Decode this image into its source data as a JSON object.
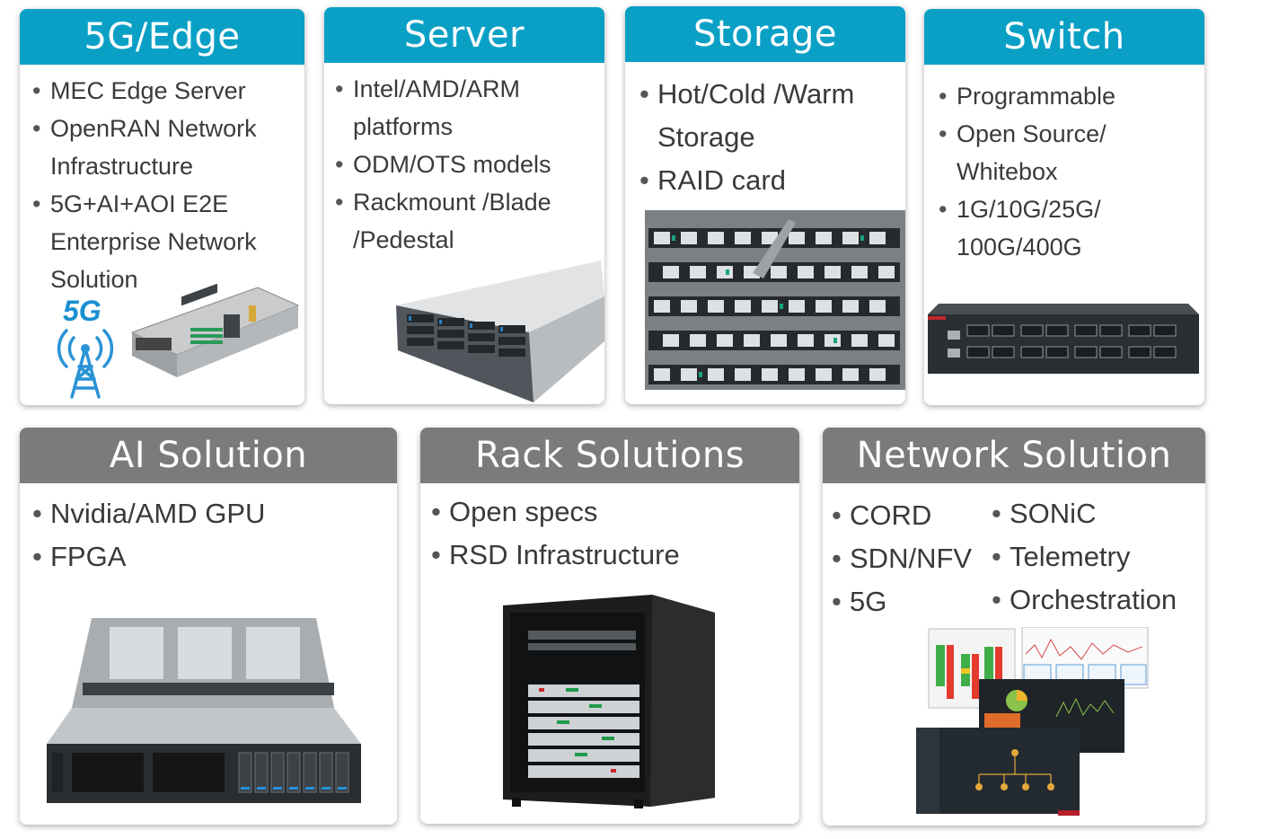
{
  "cards": [
    {
      "title": "5G/Edge",
      "items": [
        "MEC Edge Server",
        "OpenRAN Network\nInfrastructure",
        "5G+AI+AOI E2E\nEnterprise Network\nSolution"
      ],
      "badge": "5G",
      "icons": [
        "antenna-tower-icon",
        "edge-server-icon"
      ]
    },
    {
      "title": "Server",
      "items": [
        "Intel/AMD/ARM\nplatforms",
        "ODM/OTS models",
        "Rackmount /Blade\n/Pedestal"
      ],
      "icons": [
        "rackmount-server-icon"
      ]
    },
    {
      "title": "Storage",
      "items": [
        "Hot/Cold /Warm\nStorage",
        "RAID card"
      ],
      "icons": [
        "storage-drive-array-icon"
      ]
    },
    {
      "title": "Switch",
      "items": [
        "Programmable",
        "Open Source/\nWhitebox",
        "1G/10G/25G/\n100G/400G"
      ],
      "icons": [
        "network-switch-icon"
      ]
    },
    {
      "title": "AI Solution",
      "items": [
        "Nvidia/AMD GPU",
        "FPGA"
      ],
      "icons": [
        "gpu-server-icon"
      ]
    },
    {
      "title": "Rack Solutions",
      "items": [
        "Open specs",
        "RSD Infrastructure"
      ],
      "icons": [
        "server-rack-cabinet-icon"
      ]
    },
    {
      "title": "Network Solution",
      "items_left": [
        "CORD",
        "SDN/NFV",
        "5G"
      ],
      "items_right": [
        "SONiC",
        "Telemetry",
        "Orchestration"
      ],
      "icons": [
        "network-dashboard-screenshots-icon"
      ]
    }
  ],
  "colors": {
    "header_blue": "#0aa0c6",
    "header_gray": "#7b7b7b",
    "badge_blue": "#1a8fd1"
  }
}
